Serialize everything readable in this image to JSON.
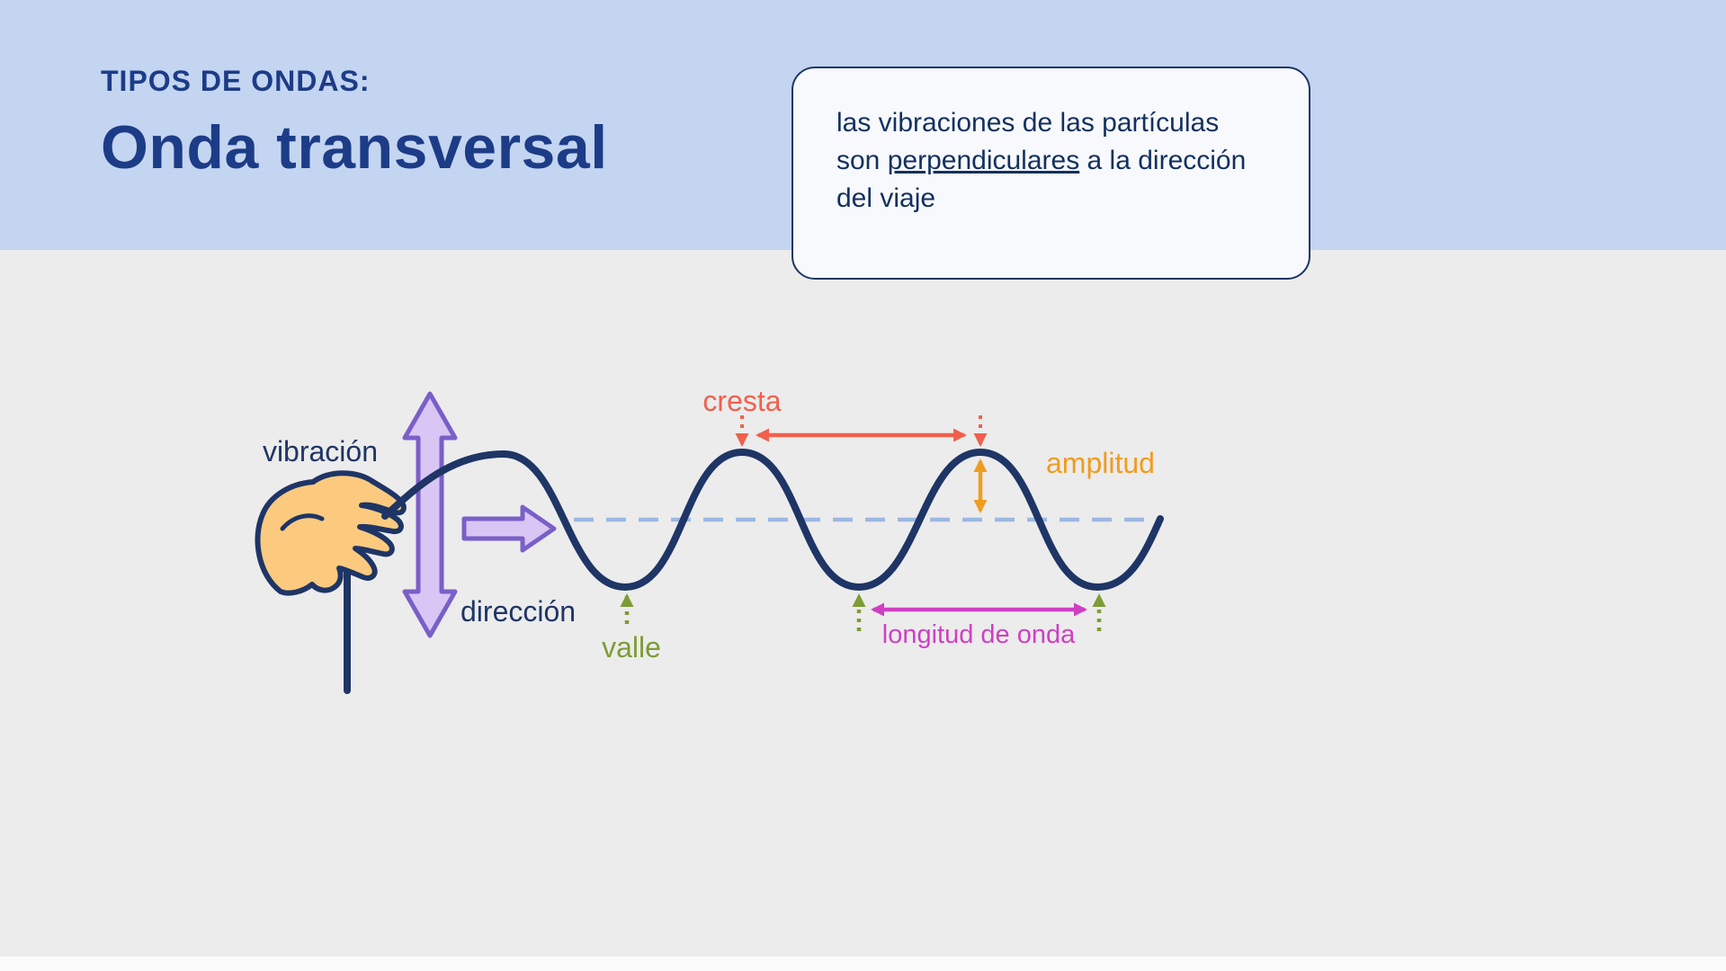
{
  "header": {
    "kicker": "TIPOS DE ONDAS:",
    "title": "Onda transversal"
  },
  "note": {
    "text_before": "las vibraciones de las partículas son ",
    "text_underlined": "perpendiculares",
    "text_after": " a la dirección del viaje"
  },
  "diagram": {
    "labels": {
      "vibration": "vibración",
      "direction": "dirección",
      "crest": "cresta",
      "amplitude": "amplitud",
      "trough": "valle",
      "wavelength": "longitud de onda"
    },
    "colors": {
      "navy": "#1e3566",
      "crest_red": "#f0604d",
      "amplitude_orange": "#f09c1f",
      "trough_green": "#7d9c35",
      "wavelength_magenta": "#cf3fc3",
      "arrow_purple_fill": "#d9c6f4",
      "arrow_purple_stroke": "#7a5fc9",
      "hand_fill": "#fbca7e",
      "equilibrium_blue": "#9cb8e2",
      "header_blue": "#c3d5f1",
      "background_gray": "#ececec"
    }
  }
}
